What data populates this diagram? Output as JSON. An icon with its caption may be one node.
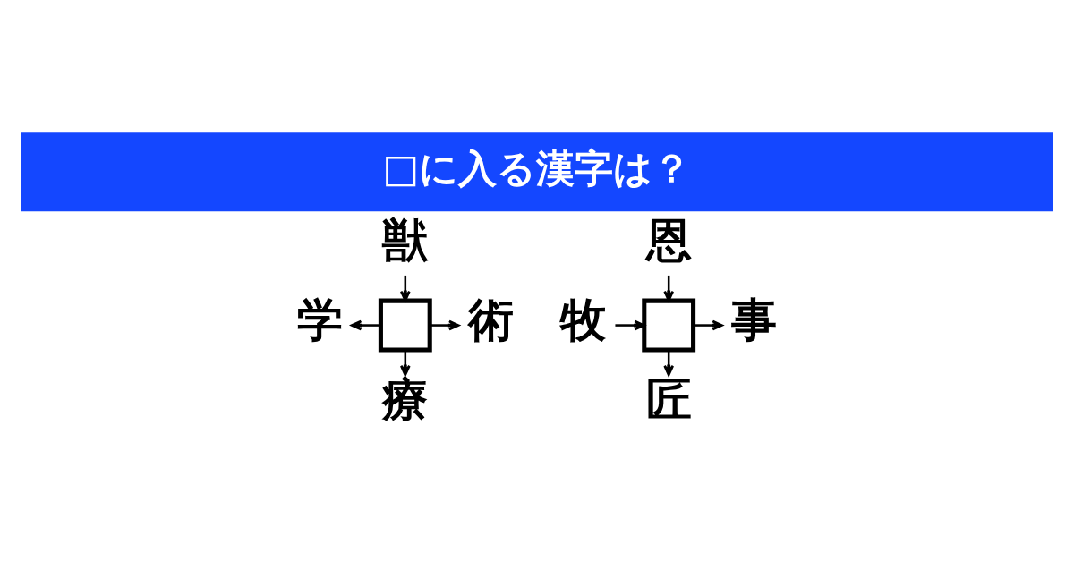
{
  "diagram": {
    "title": "□に入る漢字は？",
    "nodes": [
      {
        "text": [
          "獣"
        ]
      },
      {
        "text": [
          "学"
        ]
      },
      {
        "text": [],
        "shape": "box"
      },
      {
        "text": [
          "術"
        ]
      },
      {
        "text": [
          "療"
        ]
      },
      {
        "text": [
          "恩"
        ]
      },
      {
        "text": [
          "牧"
        ]
      },
      {
        "text": [],
        "shape": "box"
      },
      {
        "text": [
          "事"
        ]
      },
      {
        "text": [
          "匠"
        ]
      }
    ],
    "edges": [
      {
        "from": 0,
        "to": 2,
        "arrow": "to"
      },
      {
        "from": 2,
        "to": 1,
        "arrow": "to"
      },
      {
        "from": 2,
        "to": 3,
        "arrow": "to"
      },
      {
        "from": 2,
        "to": 4,
        "arrow": "to"
      },
      {
        "from": 5,
        "to": 7,
        "arrow": "to"
      },
      {
        "from": 6,
        "to": 7,
        "arrow": "to"
      },
      {
        "from": 7,
        "to": 8,
        "arrow": "to"
      },
      {
        "from": 7,
        "to": 9,
        "arrow": "to"
      }
    ]
  }
}
